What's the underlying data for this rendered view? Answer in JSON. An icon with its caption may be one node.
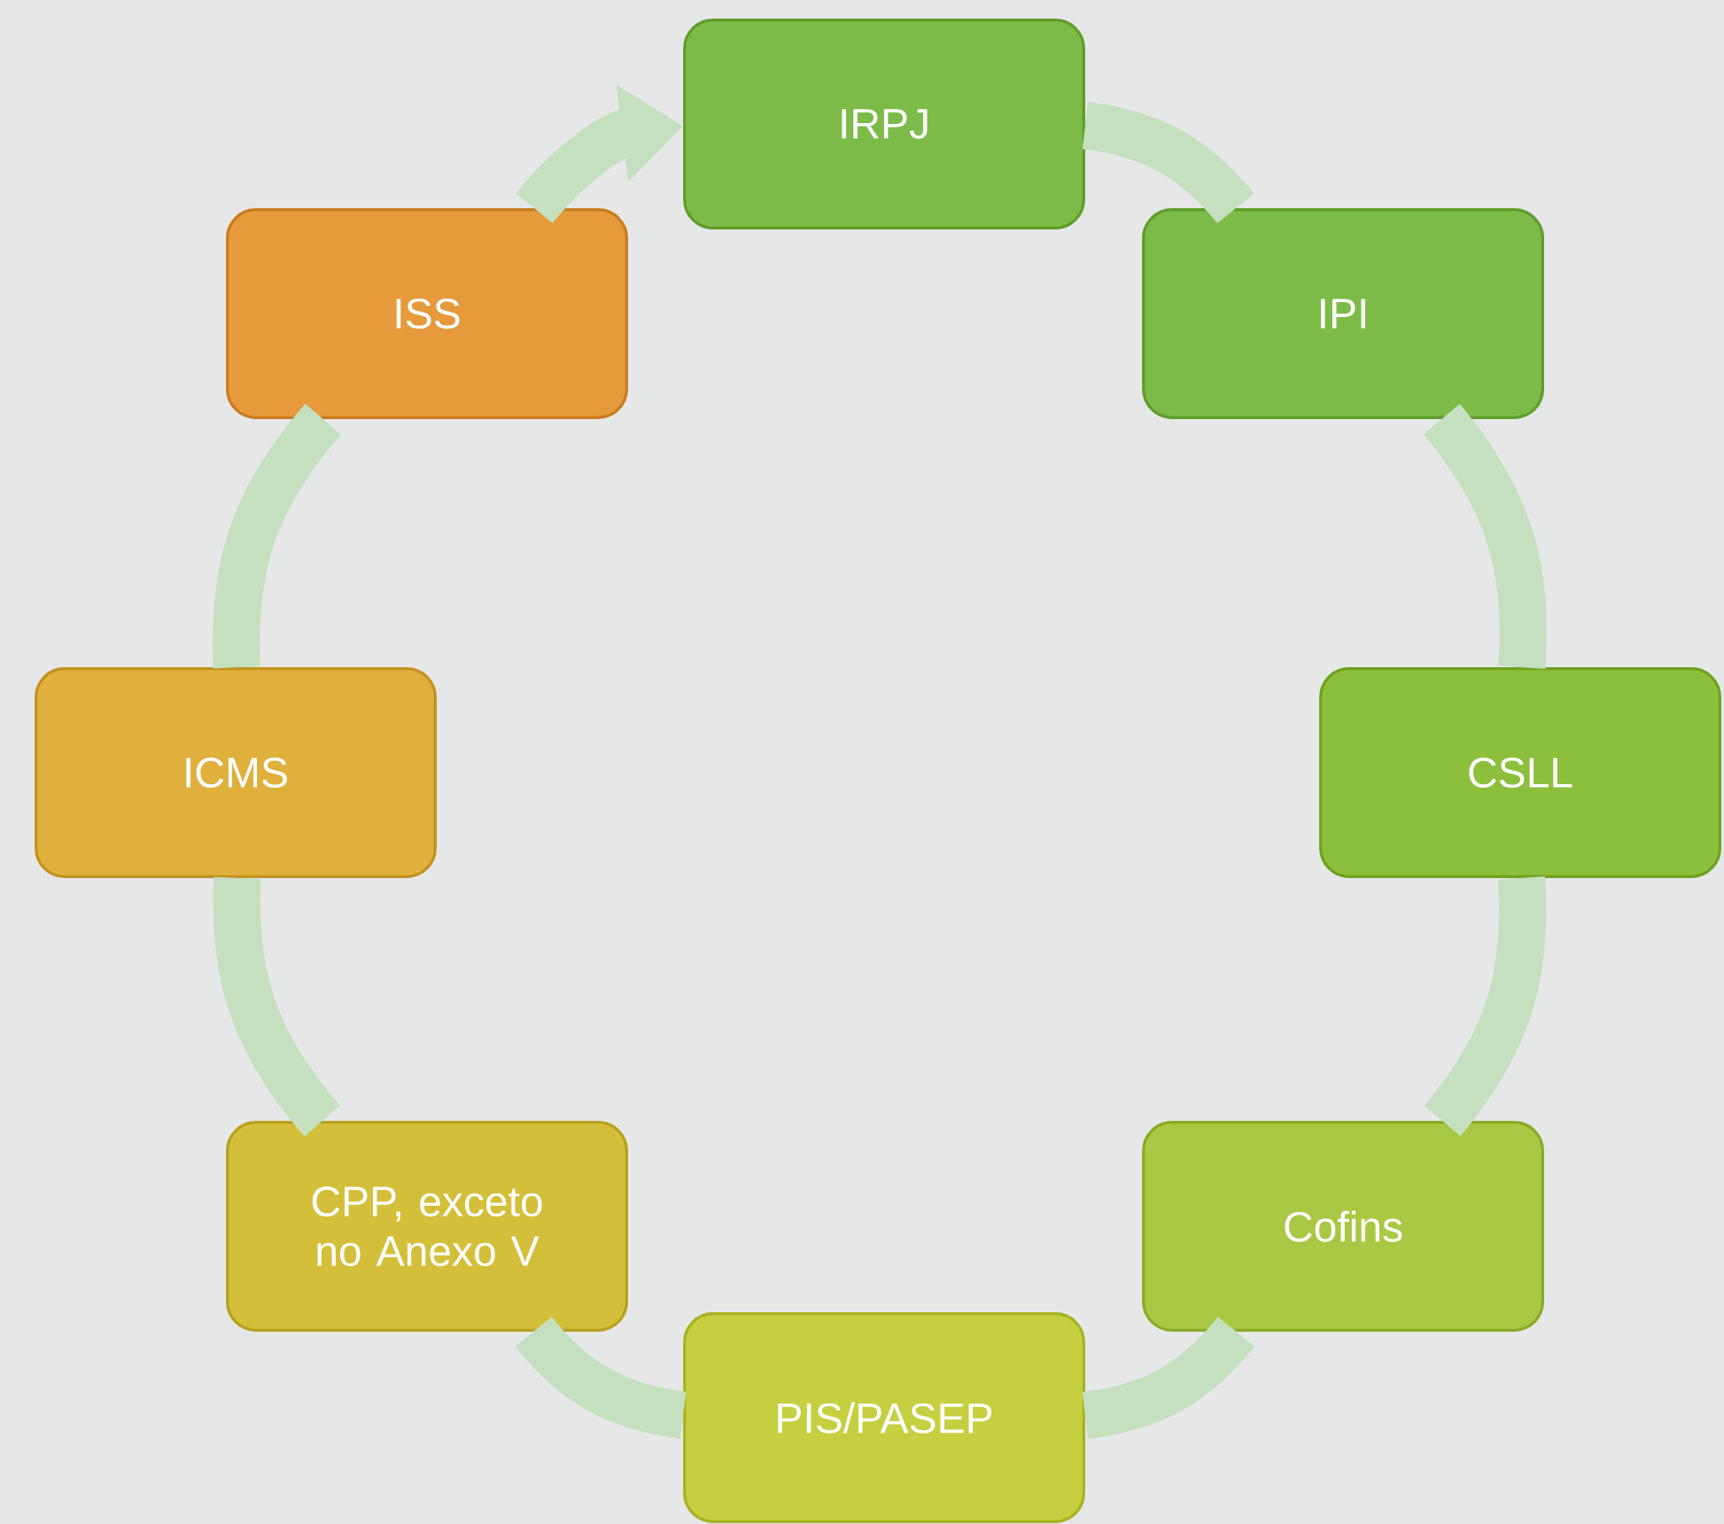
{
  "diagram": {
    "nodes": [
      {
        "text": [
          "IRPJ"
        ]
      },
      {
        "text": [
          "IPI"
        ]
      },
      {
        "text": [
          "CSLL"
        ]
      },
      {
        "text": [
          "Cofins"
        ]
      },
      {
        "text": [
          "PIS/PASEP"
        ]
      },
      {
        "text": [
          "CPP, exceto no Anexo V"
        ]
      },
      {
        "text": [
          "ICMS"
        ]
      },
      {
        "text": [
          "ISS"
        ]
      }
    ],
    "edges": [
      {
        "from": 0,
        "to": 1,
        "arrow": "none"
      },
      {
        "from": 1,
        "to": 2,
        "arrow": "none"
      },
      {
        "from": 2,
        "to": 3,
        "arrow": "none"
      },
      {
        "from": 3,
        "to": 4,
        "arrow": "none"
      },
      {
        "from": 4,
        "to": 5,
        "arrow": "none"
      },
      {
        "from": 5,
        "to": 6,
        "arrow": "none"
      },
      {
        "from": 6,
        "to": 7,
        "arrow": "none"
      },
      {
        "from": 7,
        "to": 0,
        "arrow": "to"
      }
    ]
  }
}
